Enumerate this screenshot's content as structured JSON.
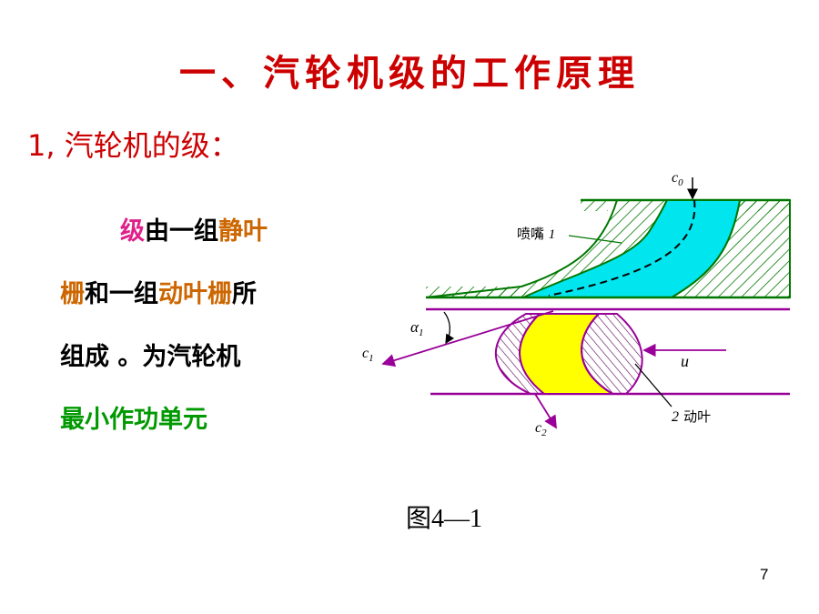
{
  "slide": {
    "title": "一、汽轮机级的工作原理",
    "subtitle": "1, 汽轮机的级：",
    "paragraph": {
      "line1": [
        {
          "text": "级",
          "color": "magenta"
        },
        {
          "text": "由一组",
          "color": "black"
        },
        {
          "text": "静叶",
          "color": "orange"
        }
      ],
      "line2": [
        {
          "text": "栅",
          "color": "orange"
        },
        {
          "text": "和一组",
          "color": "black"
        },
        {
          "text": "动叶栅",
          "color": "orange"
        },
        {
          "text": "所",
          "color": "black"
        }
      ],
      "line3": [
        {
          "text": "组成 。为汽轮机",
          "color": "black"
        }
      ],
      "line4": [
        {
          "text": "最小作功单元",
          "color": "green"
        }
      ]
    },
    "caption": "图4—1",
    "page_number": "7"
  },
  "diagram": {
    "labels": {
      "c0": "c",
      "c0_sub": "0",
      "nozzle": "喷嘴",
      "nozzle_num": "1",
      "alpha": "α",
      "alpha_sub": "1",
      "c1": "c",
      "c1_sub": "1",
      "u": "u",
      "c2": "c",
      "c2_sub": "2",
      "blade_num": "2",
      "blade": "动叶"
    },
    "colors": {
      "nozzle_fill": "#00e5ee",
      "blade_fill": "#ffff00",
      "hatch": "#007700",
      "purple": "#990099",
      "line": "#000000"
    }
  }
}
